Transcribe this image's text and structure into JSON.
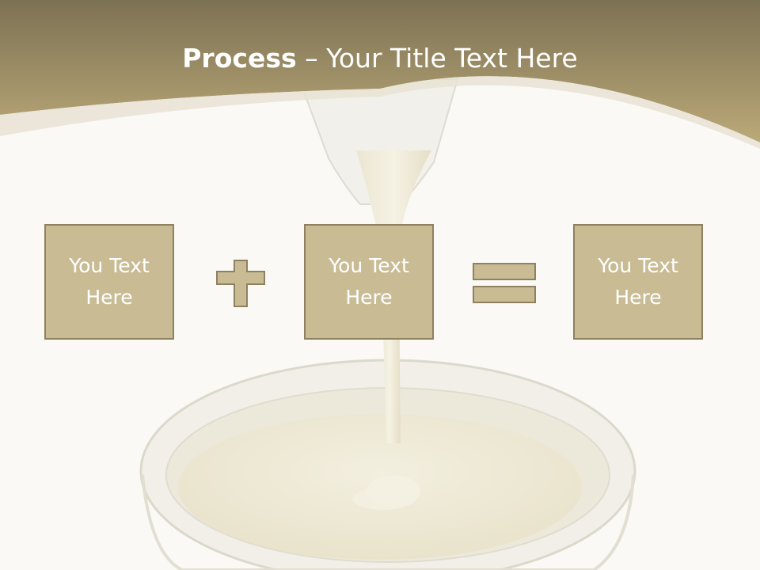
{
  "slide": {
    "title_bold": "Process",
    "title_rest": " – Your Title Text Here"
  },
  "boxes": [
    {
      "text": "You Text Here"
    },
    {
      "text": "You Text Here"
    },
    {
      "text": "You Text Here"
    }
  ],
  "operators": [
    "plus",
    "equals"
  ],
  "colors": {
    "header_dark": "#7c7153",
    "header_light": "#bba978",
    "box_fill": "#c9bc94",
    "box_border": "#8e8160",
    "background": "#faf9f5",
    "milk": "#efeada"
  }
}
